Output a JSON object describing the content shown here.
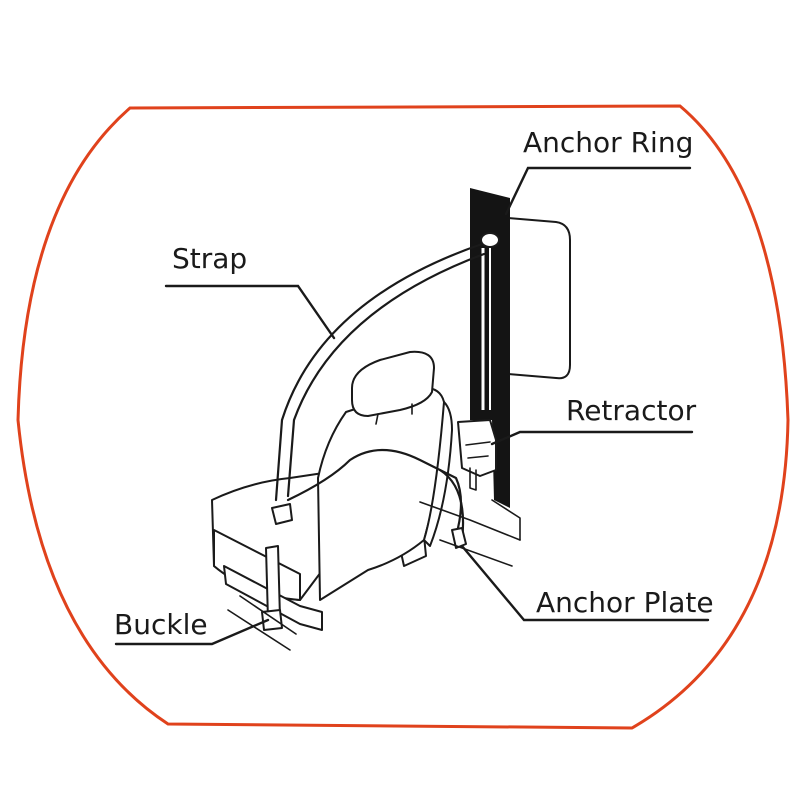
{
  "frame": {
    "border_color": "#e0421c"
  },
  "labels": {
    "anchor_ring": "Anchor Ring",
    "strap": "Strap",
    "retractor": "Retractor",
    "anchor_plate": "Anchor Plate",
    "buckle": "Buckle"
  },
  "colors": {
    "ink": "#1a1a1a",
    "pillar": "#141414"
  }
}
